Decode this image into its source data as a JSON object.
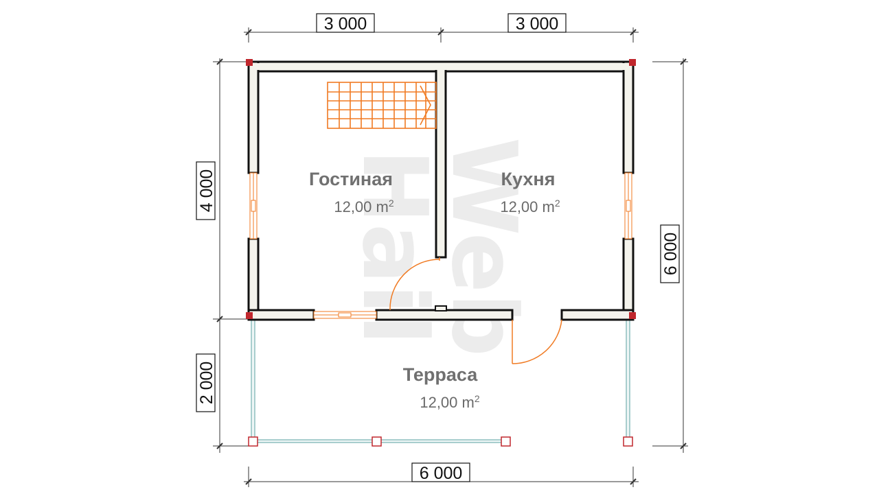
{
  "watermark": {
    "line1": "Web",
    "line2": "Hail"
  },
  "dimensions": {
    "top_left": "3 000",
    "top_right": "3 000",
    "bottom": "6 000",
    "left_upper": "4 000",
    "left_lower": "2 000",
    "right": "6 000"
  },
  "rooms": [
    {
      "name": "Гостиная",
      "area": "12,00 m",
      "unit_sup": "2"
    },
    {
      "name": "Кухня",
      "area": "12,00 m",
      "unit_sup": "2"
    },
    {
      "name": "Терраса",
      "area": "12,00 m",
      "unit_sup": "2"
    }
  ],
  "colors": {
    "wall": "#111111",
    "wall_fill": "#f4f3ec",
    "stair": "#f07a22",
    "door": "#f07a22",
    "column": "#c0272d",
    "railing": "#5aa0a0",
    "dim_line": "#333333"
  }
}
